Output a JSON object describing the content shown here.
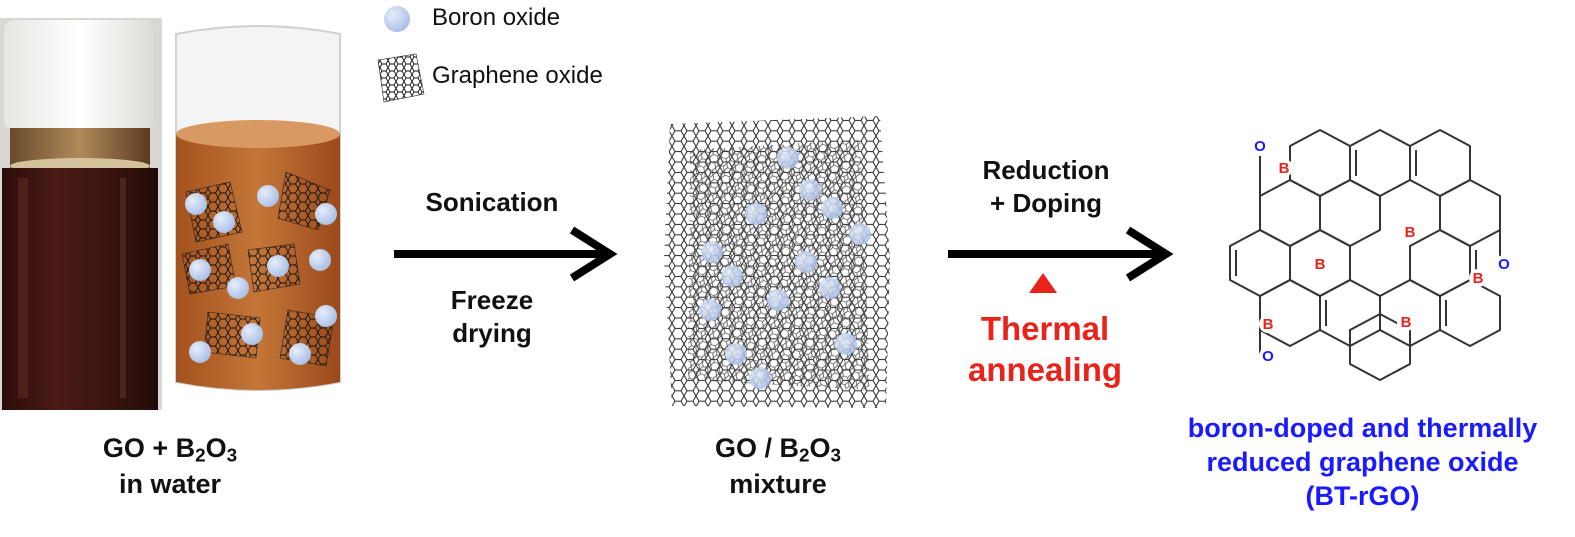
{
  "legend": {
    "boron_oxide": "Boron oxide",
    "graphene_oxide": "Graphene oxide"
  },
  "left_caption": {
    "line1_prefix": "GO + B",
    "sub1": "2",
    "mid": "O",
    "sub2": "3",
    "line2": "in water"
  },
  "step1": {
    "top": "Sonication",
    "bottom_line1": "Freeze",
    "bottom_line2": "drying"
  },
  "mid_caption": {
    "line1_prefix": "GO / B",
    "sub1": "2",
    "mid": "O",
    "sub2": "3",
    "line2": "mixture"
  },
  "step2": {
    "top_line1": "Reduction",
    "top_line2": "+ Doping",
    "red_line1": "Thermal",
    "red_line2": "annealing"
  },
  "right_caption": {
    "line1": "boron-doped and thermally",
    "line2": "reduced graphene oxide",
    "line3": "(BT-rGO)"
  },
  "atoms": {
    "boron": "B",
    "oxygen": "O"
  },
  "colors": {
    "accent_red": "#e8231b",
    "accent_blue": "#1a1aff",
    "boron_oxide_particle": "#b9c9ea",
    "dispersion_brown": "#b4622c",
    "vial_liquid": "#3a1410"
  }
}
